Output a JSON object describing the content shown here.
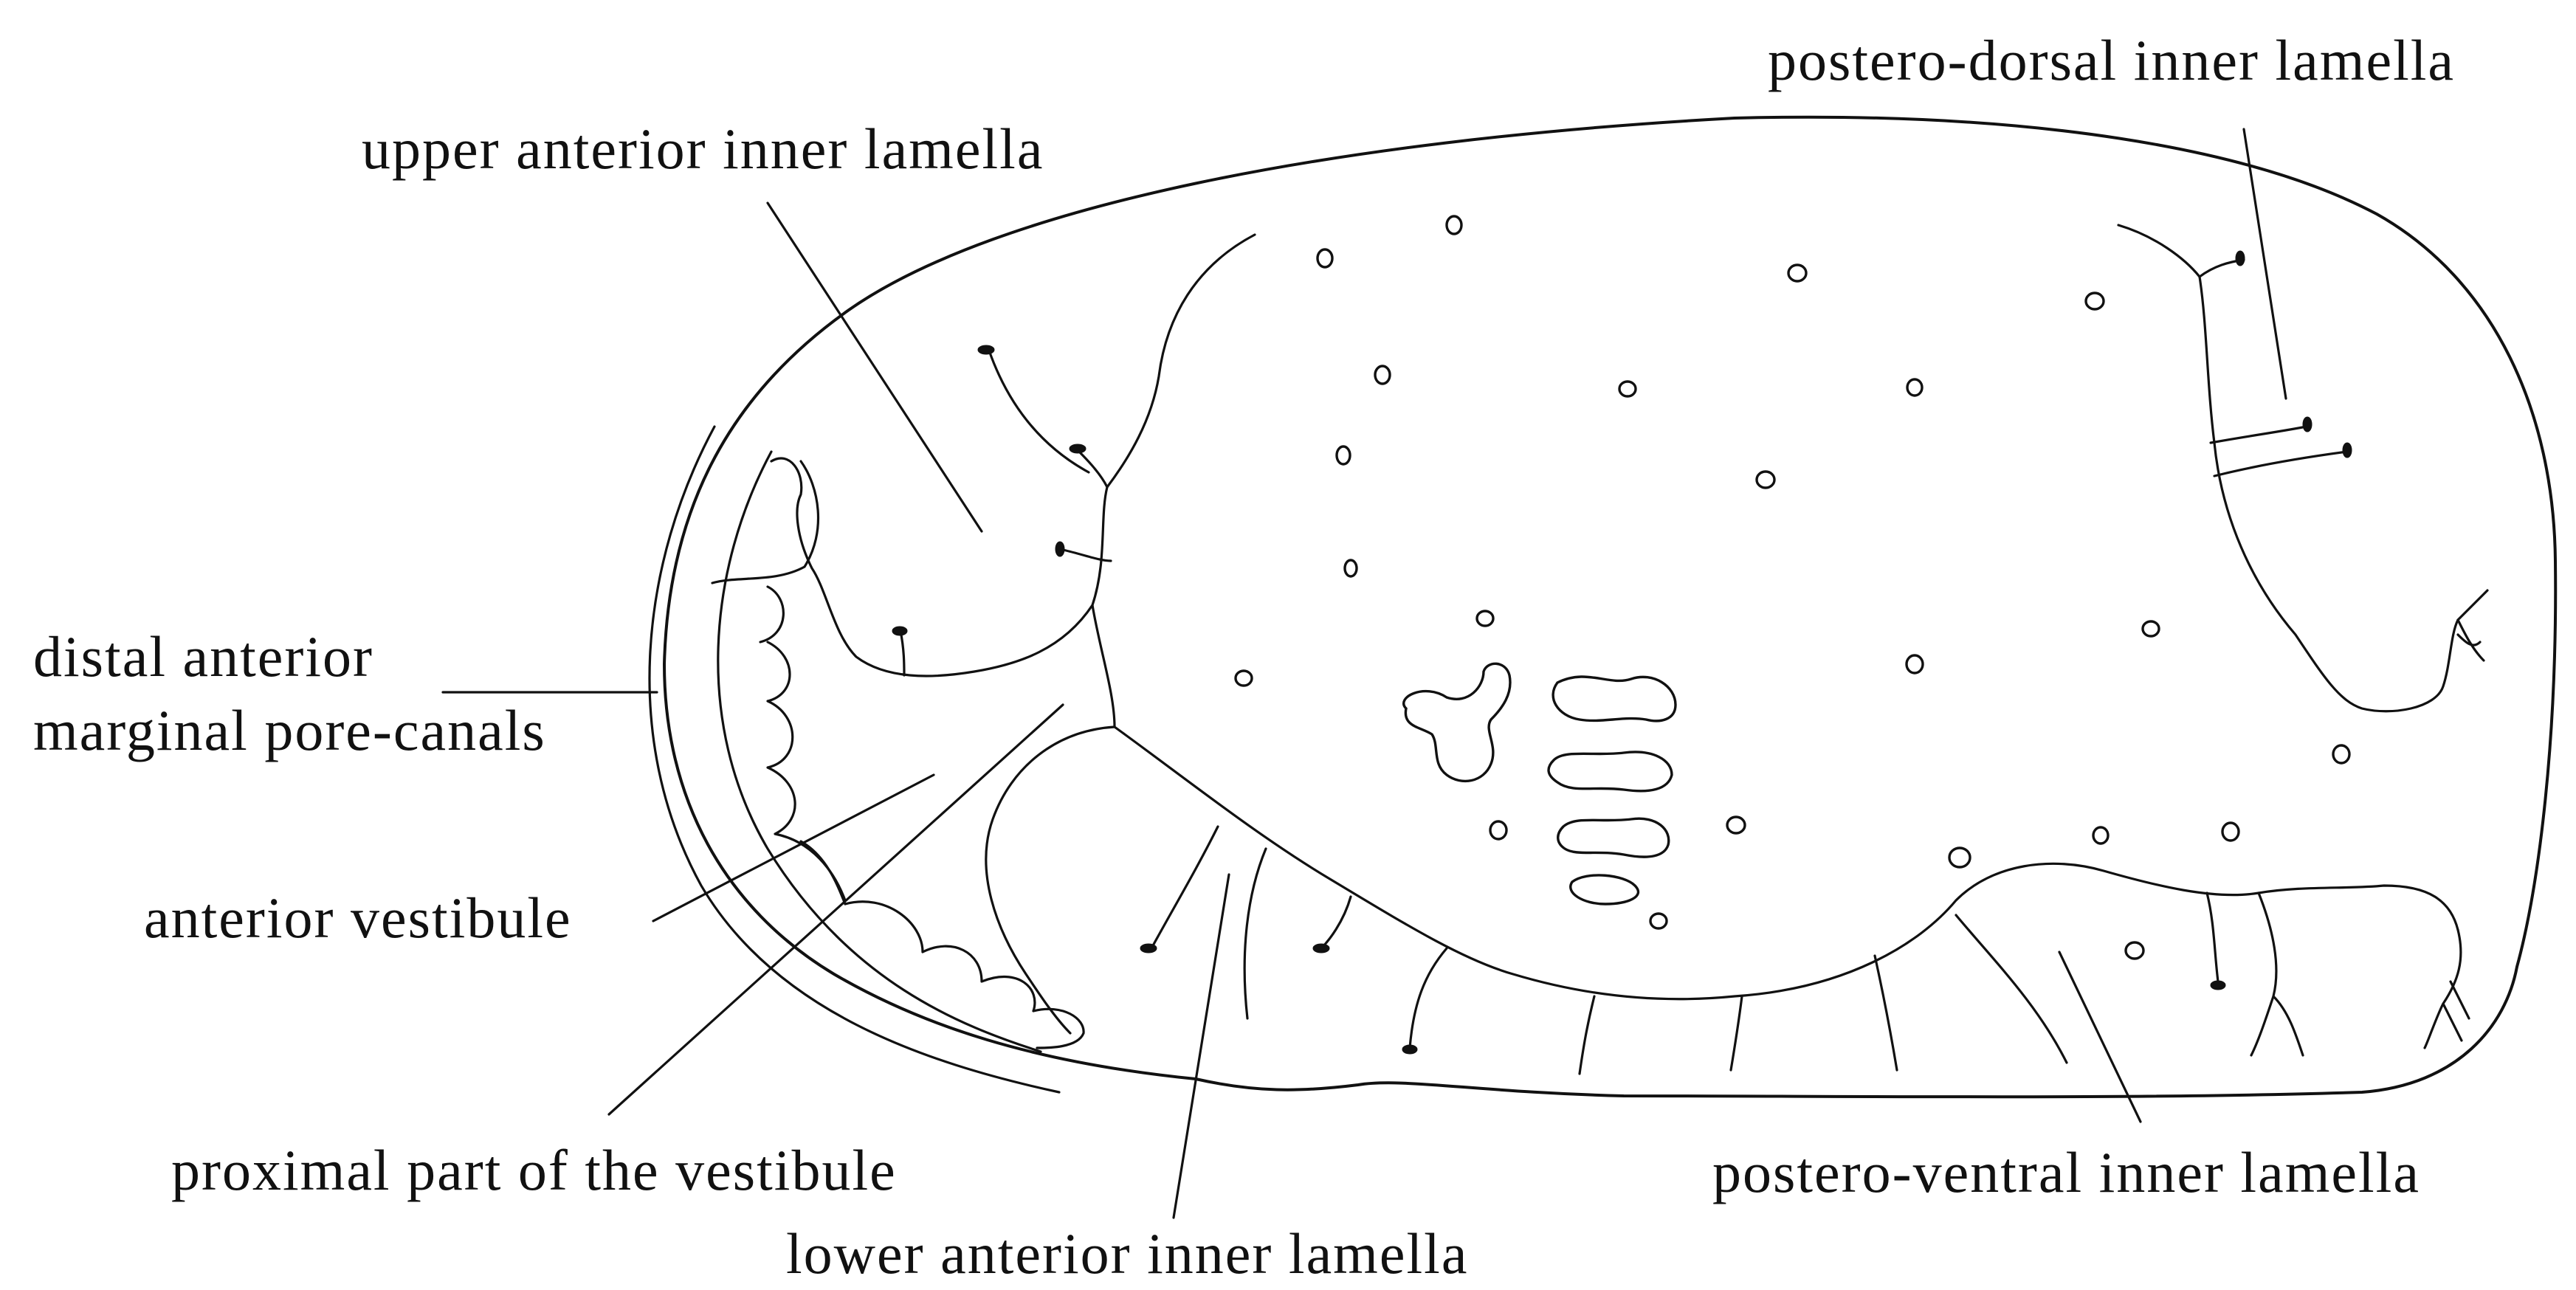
{
  "labels": {
    "postero_dorsal": "postero-dorsal inner lamella",
    "upper_anterior": "upper anterior inner lamella",
    "distal_anterior_line1": "distal anterior",
    "distal_anterior_line2": "marginal pore-canals",
    "anterior_vestibule": "anterior vestibule",
    "proximal_vestibule": "proximal part of the vestibule",
    "lower_anterior": "lower anterior inner lamella",
    "postero_ventral": "postero-ventral inner lamella"
  },
  "colors": {
    "ink": "#111111",
    "background": "#ffffff"
  }
}
